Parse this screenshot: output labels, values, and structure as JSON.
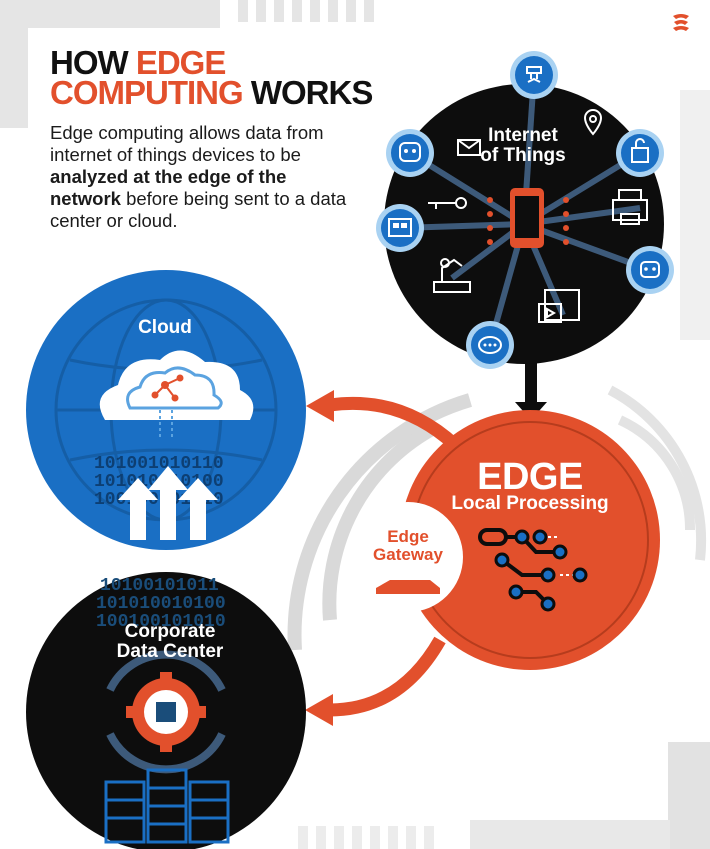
{
  "title": {
    "part1": "HOW ",
    "part2_accent": "EDGE",
    "part3_accent": "COMPUTING",
    "part4": " WORKS"
  },
  "description": {
    "text1": "Edge computing allows data from internet of things devices to be ",
    "bold": "analyzed at the edge of the network",
    "text2": " before being sent to a data center or cloud."
  },
  "nodes": {
    "iot": {
      "label_line1": "Internet",
      "label_line2": "of Things"
    },
    "cloud": {
      "label": "Cloud"
    },
    "edge": {
      "title": "EDGE",
      "subtitle": "Local Processing"
    },
    "gateway": {
      "label_line1": "Edge",
      "label_line2": "Gateway"
    },
    "data_center": {
      "label_line1": "Corporate",
      "label_line2": "Data Center"
    }
  },
  "binary_text": {
    "cloud_rows": [
      "101001010110",
      "101010010100",
      "100100101010"
    ],
    "dc_rows": [
      "10100101011",
      "101010010100",
      "100100101010"
    ]
  },
  "colors": {
    "accent": "#e2502c",
    "blue": "#1a6fc4",
    "dark": "#0d0d0d",
    "light_blue": "#a9d2f2",
    "gray": "#dcdcdc"
  },
  "icons": [
    "robot-head-icon",
    "mail-icon",
    "key-icon",
    "tablet-icon",
    "factory-robot-icon",
    "chat-bubble-icon",
    "media-gallery-icon",
    "robot-assistant-icon",
    "printer-icon",
    "document-icon",
    "location-pin-icon",
    "robot-claw-icon",
    "smartphone-icon",
    "cloud-network-icon",
    "circuit-icon",
    "router-icon",
    "gear-chip-icon",
    "server-rack-icon"
  ]
}
